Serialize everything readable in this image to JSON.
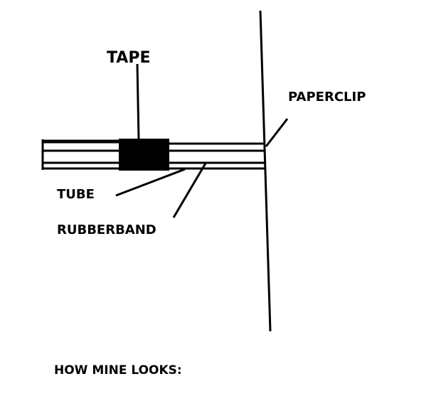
{
  "labels": {
    "tape": "TAPE",
    "paperclip": "PAPERCLIP",
    "tube": "TUBE",
    "rubberband": "RUBBERBAND",
    "caption": "HOW  MINE LOOKS:"
  }
}
